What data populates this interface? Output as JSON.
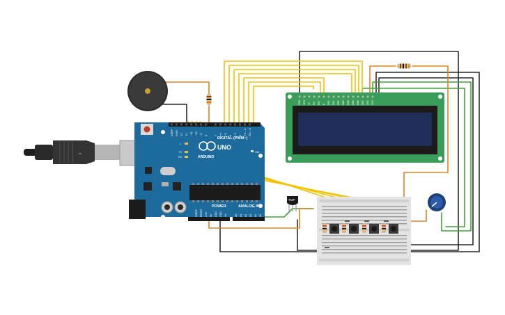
{
  "board": {
    "brand": "ARDUINO",
    "model": "UNO",
    "digital_header": "DIGITAL (PWM~)",
    "power_header": "POWER",
    "analog_header": "ANALOG IN",
    "on_label": "ON",
    "tx_label": "TX",
    "rx_label": "RX",
    "l_label": "L",
    "top_pins": [
      "AREF",
      "GND",
      "13",
      "12",
      "~11",
      "~10",
      "~9",
      "8",
      "7",
      "~6",
      "~5",
      "4",
      "~3",
      "2",
      "TX→1",
      "RX←0"
    ],
    "power_pins": [
      "IOREF",
      "RESET",
      "3.3V",
      "5V",
      "GND",
      "GND",
      "Vin"
    ],
    "analog_pins": [
      "A0",
      "A1",
      "A2",
      "A3",
      "A4",
      "A5"
    ]
  },
  "lcd": {
    "pins": [
      "GND",
      "VCC",
      "V0",
      "RS",
      "RW",
      "E",
      "DB0",
      "DB1",
      "DB2",
      "DB3",
      "DB4",
      "DB5",
      "DB6",
      "DB7",
      "LED",
      "LED"
    ]
  },
  "sensor": {
    "label": "TMP"
  },
  "colors": {
    "wire_yellow": "#f2c200",
    "wire_orange": "#e8801a",
    "wire_black": "#2a2a2a",
    "wire_green": "#3fa535",
    "board_blue": "#1d6a9c",
    "lcd_pcb": "#3a9e5a",
    "lcd_screen": "#1f2f5a",
    "breadboard": "#e3e3e3"
  }
}
